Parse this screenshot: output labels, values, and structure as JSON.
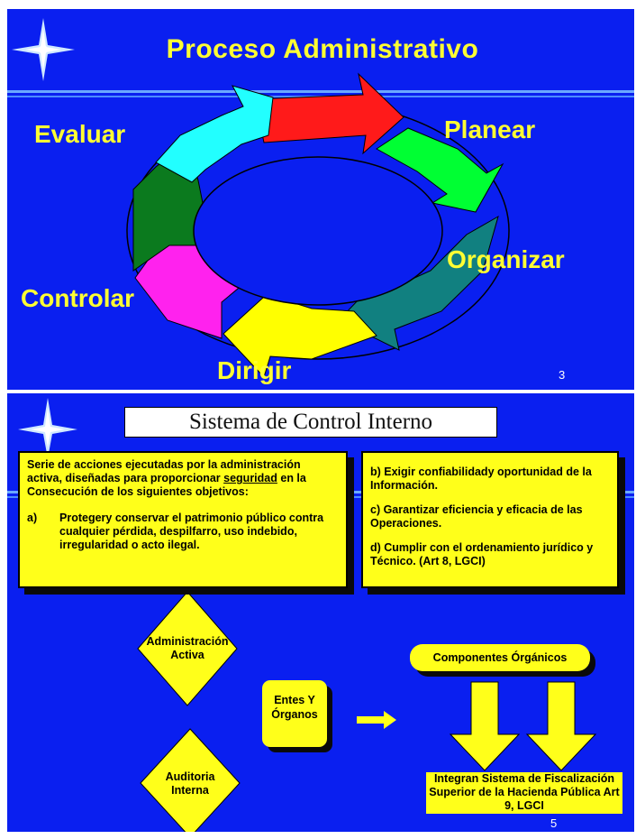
{
  "slide1": {
    "title": "Proceso Administrativo",
    "stages": {
      "planear": "Planear",
      "organizar": "Organizar",
      "dirigir": "Dirigir",
      "controlar": "Controlar",
      "evaluar": "Evaluar"
    },
    "page_number": "3",
    "cycle_colors": [
      "#ff1a1a",
      "#00ff33",
      "#118080",
      "#ffff00",
      "#ff22ee",
      "#0b7a1e",
      "#22ffff"
    ]
  },
  "slide2": {
    "title": "Sistema de Control Interno",
    "left_box": {
      "intro_prefix": "Serie  de acciones ejecutadas por la administración activa, diseñadas para proporcionar ",
      "intro_underlined": "seguridad",
      "intro_suffix": " en la Consecución de los siguientes objetivos:",
      "item_a_label": "a)",
      "item_a_text": "Protegery conservar el patrimonio público contra cualquier pérdida, despilfarro, uso indebido, irregularidad o acto ilegal."
    },
    "right_box": {
      "item_b": "b) Exigir confiabilidady oportunidad de la Información.",
      "item_c": "c) Garantizar eficiencia y eficacia de las Operaciones.",
      "item_d": "d) Cumplir con el ordenamiento jurídico y Técnico. (Art 8, LGCI)"
    },
    "diamond_top": "Administración Activa",
    "diamond_bottom": "Auditoria Interna",
    "entes_box": "Entes Y Órganos",
    "componentes": "Componentes Órgánicos",
    "integran": "Integran Sistema de Fiscalización Superior de la Hacienda Pública Art 9, LGCI",
    "page_number": "5"
  }
}
